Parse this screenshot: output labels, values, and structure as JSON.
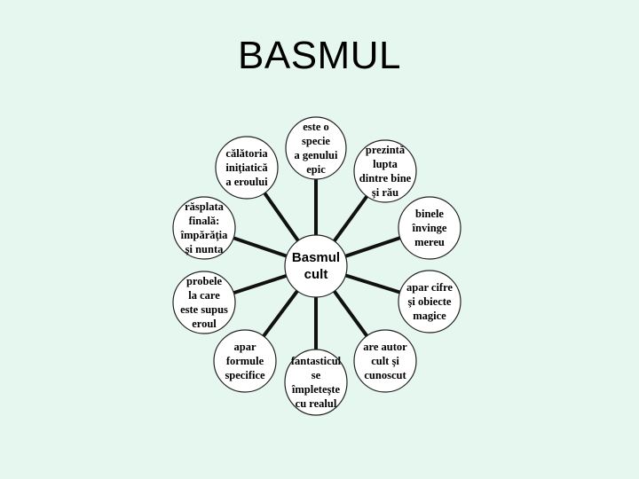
{
  "slide": {
    "title": "BASMUL"
  },
  "diagram": {
    "center": {
      "lines": [
        "Basmul",
        "cult"
      ]
    },
    "nodes": [
      {
        "id": "top",
        "lines": [
          "este o",
          "specie",
          "a genului",
          "epic"
        ]
      },
      {
        "id": "top-right",
        "lines": [
          "prezintă",
          "lupta",
          "dintre bine",
          "şi rău"
        ]
      },
      {
        "id": "right-upper",
        "lines": [
          "binele",
          "învinge",
          "mereu"
        ]
      },
      {
        "id": "right-lower",
        "lines": [
          "apar cifre",
          "şi obiecte",
          "magice"
        ]
      },
      {
        "id": "bottom-right",
        "lines": [
          "are autor",
          "cult şi",
          "cunoscut"
        ]
      },
      {
        "id": "bottom",
        "lines": [
          "fantasticul",
          "se",
          "împleteşte",
          "cu realul"
        ]
      },
      {
        "id": "bottom-left",
        "lines": [
          "apar",
          "formule",
          "specifice"
        ]
      },
      {
        "id": "left-lower",
        "lines": [
          "probele",
          "la care",
          "este supus",
          "eroul"
        ]
      },
      {
        "id": "left-upper",
        "lines": [
          "răsplata",
          "finală:",
          "împărăţia",
          "şi nunta"
        ]
      },
      {
        "id": "top-left",
        "lines": [
          "călătoria",
          "iniţiatică",
          "a eroului"
        ]
      }
    ]
  }
}
